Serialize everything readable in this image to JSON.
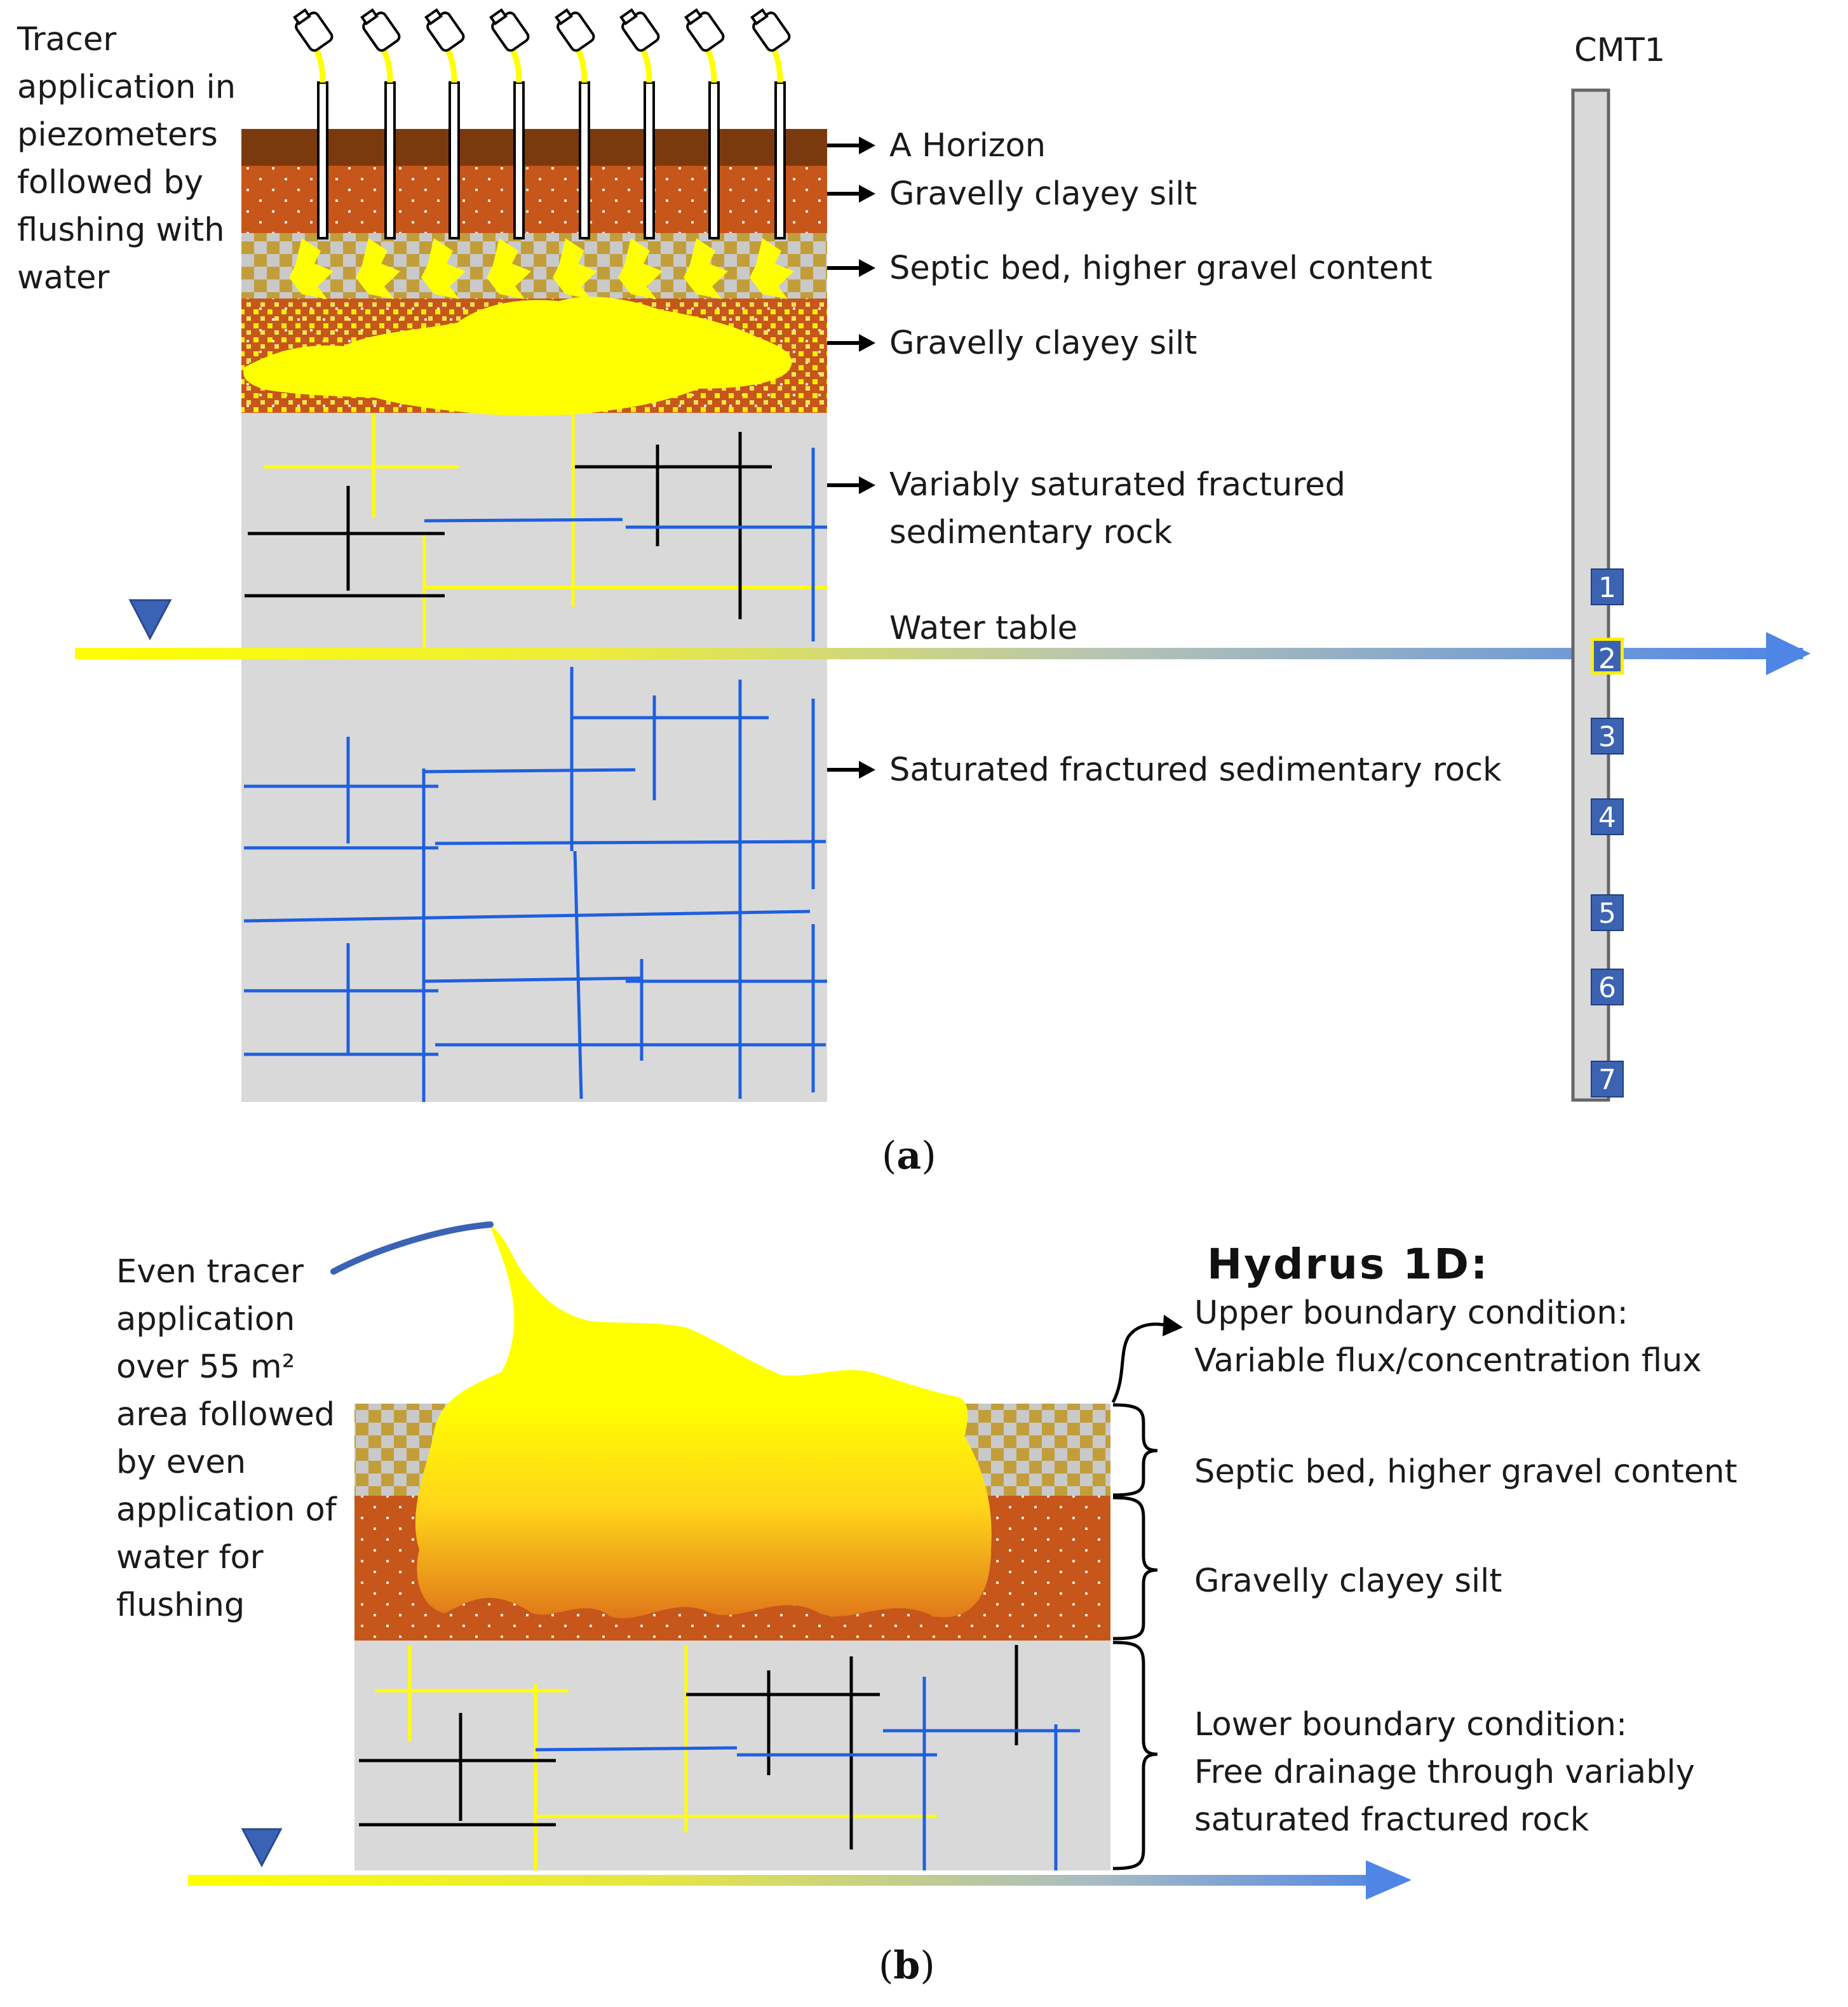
{
  "panel_a": {
    "tracer_note": [
      "Tracer",
      "application in",
      "piezometers",
      "followed by",
      "flushing with",
      "water"
    ],
    "layers": {
      "a_horizon": "A Horizon",
      "gravelly_1": "Gravelly clayey silt",
      "septic": "Septic bed, higher gravel content",
      "gravelly_2": "Gravelly clayey silt",
      "vadose_line1": "Variably saturated fractured",
      "vadose_line2": "sedimentary rock",
      "water_table": "Water table",
      "saturated": "Saturated fractured sedimentary rock"
    },
    "well": {
      "name": "CMT1",
      "ports": [
        "1",
        "2",
        "3",
        "4",
        "5",
        "6",
        "7"
      ],
      "highlighted_port": "2"
    },
    "caption_open": "(",
    "caption_letter": "a",
    "caption_close": ")"
  },
  "panel_b": {
    "application_note": [
      "Even tracer",
      "application",
      "over 55 m²",
      "area followed",
      "by even",
      "application of",
      "water for",
      "flushing"
    ],
    "model_title": "Hydrus 1D:",
    "upper_bc_line1": "Upper boundary condition:",
    "upper_bc_line2": "Variable flux/concentration flux",
    "septic": "Septic bed, higher gravel content",
    "gravelly": "Gravelly clayey silt",
    "lower_bc_line1": "Lower boundary condition:",
    "lower_bc_line2": "Free drainage through variably",
    "lower_bc_line3": "saturated fractured rock",
    "caption_open": "(",
    "caption_letter": "b",
    "caption_close": ")"
  },
  "colors": {
    "a_horizon": "#7b3a0d",
    "clayey_silt": "#c6561a",
    "septic_check_light": "#c9c9c9",
    "septic_check_dark": "#c29e3a",
    "rock": "#d9d9d9",
    "tracer": "#ffff00",
    "fracture_blue": "#1f5fe0",
    "fracture_black": "#000000",
    "water_arrow_blue": "#4f86e6",
    "water_triangle": "#3a63b5",
    "well_port": "#3b63b2"
  }
}
